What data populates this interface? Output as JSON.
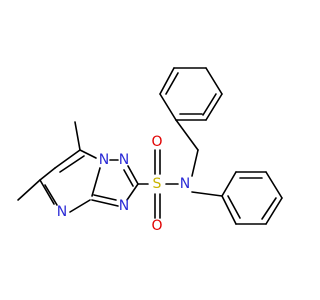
{
  "atoms": {
    "n_ring_top": "N",
    "n_ring_mid": "N",
    "n_ring_bottom": "N",
    "n_pyrimidine": "N",
    "n_sulfonamide": "N",
    "sulfur": "S",
    "oxygen_top": "O",
    "oxygen_bottom": "O"
  },
  "colors": {
    "nitrogen": "#2b2bd6",
    "sulfur": "#c8b400",
    "oxygen": "#e00000",
    "bond": "#000000"
  }
}
